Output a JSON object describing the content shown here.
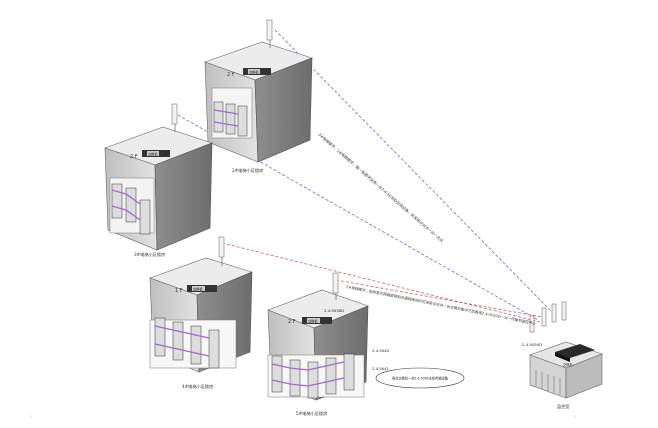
{
  "title": "",
  "buildings": {
    "b2": {
      "label": "2#电梯小区楼房",
      "floor": "2 F",
      "switch": "交换机"
    },
    "b3": {
      "label": "3#电梯小区楼房",
      "floor": "2 F",
      "switch": "交换机"
    },
    "b4": {
      "label": "4#电梯小区楼房",
      "floor": "1 F",
      "switch": "交换机"
    },
    "b5": {
      "label": "5#电梯小区楼房",
      "floor": "2 F",
      "switch": "交换机",
      "tag_top": "2.4-5038D",
      "tag_mid": "2.4-5040",
      "tag_low": "2.4-5041"
    }
  },
  "center": {
    "label": "监控室",
    "tag": "2.4-5050D",
    "unit": "交换机"
  },
  "notes": {
    "blue": "3#电梯楼宇，2#电梯楼宇，每一栋楼宇采用一台2.4-5038D无线设备，并采用点对点一对一方式",
    "red": "5#电梯楼宇，配有室内网络联网和外围网络同时可采用点对点一台交换机集中之后再用2.4-5050D一对一传输到监控中心",
    "ellipse": "每台交换机一台2.4-5060主机传输设备"
  },
  "colors": {
    "blue_link": "#6a6ad6",
    "red_link": "#d85a6a",
    "building": "#d9d9d9"
  }
}
